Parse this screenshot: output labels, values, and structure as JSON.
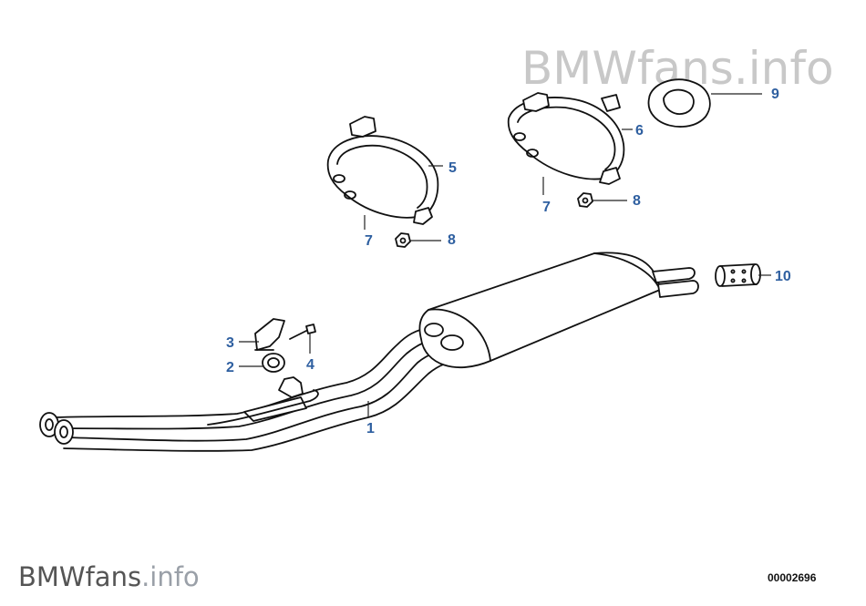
{
  "watermark_top": {
    "brand": "BMWfans",
    "suffix": ".info"
  },
  "watermark_bottom": {
    "brand": "BMWfans",
    "suffix": ".info"
  },
  "diagram_number": "00002696",
  "colors": {
    "callout": "#2e5fa0",
    "watermark": "#c8c8c8",
    "watermark_bottom_brand": "#555555",
    "watermark_bottom_suffix": "#9aa0a8"
  },
  "callouts": [
    {
      "label": "1",
      "part": "exhaust-pipe-assembly"
    },
    {
      "label": "2",
      "part": "rubber-mount"
    },
    {
      "label": "3",
      "part": "bracket"
    },
    {
      "label": "4",
      "part": "bolt"
    },
    {
      "label": "5",
      "part": "strap-clamp"
    },
    {
      "label": "6",
      "part": "strap-clamp"
    },
    {
      "label": "7",
      "part": "strap-clamp"
    },
    {
      "label": "7",
      "part": "strap-clamp"
    },
    {
      "label": "8",
      "part": "hex-nut"
    },
    {
      "label": "8",
      "part": "hex-nut"
    },
    {
      "label": "9",
      "part": "gasket"
    },
    {
      "label": "10",
      "part": "tailpipe-tip"
    }
  ]
}
